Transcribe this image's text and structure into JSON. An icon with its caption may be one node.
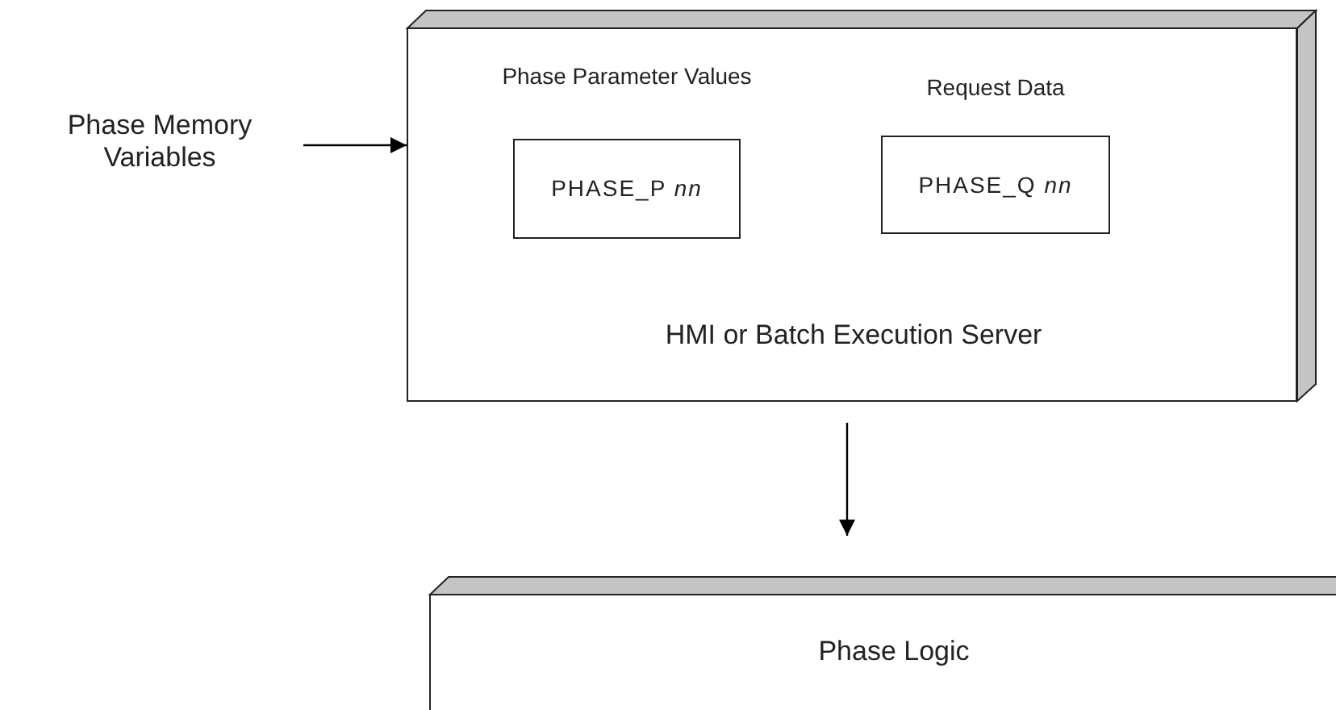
{
  "diagram": {
    "nodes": [
      {
        "text": [
          "Phase Memory Variables"
        ]
      },
      {
        "text": [
          "HMI or Batch Execution Server"
        ]
      },
      {
        "text": [
          "PHASE_P *nn*"
        ],
        "in": 1,
        "beside": [
          "Phase Parameter Values"
        ]
      },
      {
        "text": [
          "PHASE_Q *nn*"
        ],
        "in": 1,
        "beside": [
          "Request Data"
        ]
      },
      {
        "text": [
          "Phase Logic"
        ]
      }
    ],
    "edges": [
      {
        "from": 0,
        "to": 1,
        "arrow": "to"
      },
      {
        "from": 1,
        "to": 4,
        "arrow": "to"
      }
    ]
  }
}
